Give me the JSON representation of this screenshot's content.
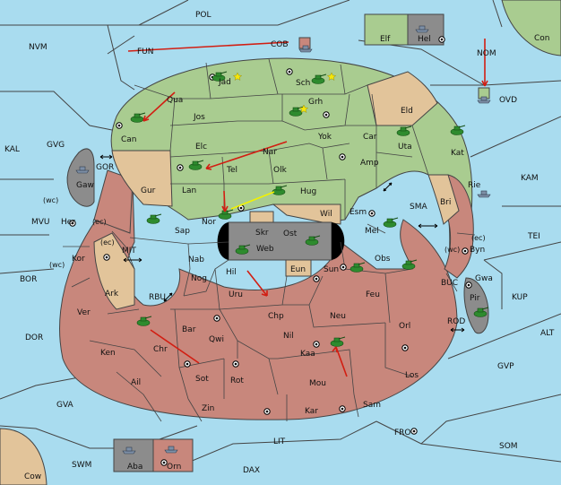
{
  "colors": {
    "sea": "#a9dcef",
    "green_land": "#a9cc90",
    "red_land": "#c8877c",
    "neutral_land": "#e2c49a",
    "gray_land": "#8c8c8c",
    "border": "#444444",
    "move_order": "#d21e12",
    "support_order": "#f2f200"
  },
  "labels": {
    "POL": "POL",
    "NVM": "NVM",
    "FUN": "FUN",
    "COB": "COB",
    "Elf": "Elf",
    "Hel": "Hel",
    "Con": "Con",
    "NOM": "NOM",
    "OVD": "OVD",
    "KAL": "KAL",
    "GVG": "GVG",
    "GOR": "GOR",
    "Gaw": "Gaw",
    "wc1": "(wc)",
    "MVU": "MVU",
    "Her": "Her",
    "ec1": "(ec)",
    "ec2": "(ec)",
    "Kor": "Kor",
    "wc2": "(wc)",
    "MIT": "MIT",
    "BOR": "BOR",
    "Ark": "Ark",
    "RBU": "RBU",
    "Ver": "Ver",
    "DOR": "DOR",
    "Ken": "Ken",
    "Ail": "Ail",
    "GVA": "GVA",
    "Cow": "Cow",
    "SWM": "SWM",
    "Aba": "Aba",
    "Orn": "Orn",
    "DAX": "DAX",
    "LIT": "LIT",
    "FRO": "FRO",
    "SOM": "SOM",
    "GVP": "GVP",
    "ALT": "ALT",
    "ROD": "ROD",
    "KUP": "KUP",
    "BUC": "BUC",
    "Pir": "Pir",
    "Gwa": "Gwa",
    "TEI": "TEI",
    "ec3": "(ec)",
    "wc3": "(wc)",
    "Byn": "Byn",
    "Rie": "Rie",
    "KAM": "KAM",
    "Kat": "Kat",
    "Uta": "Uta",
    "Eld": "Eld",
    "Jad": "Jad",
    "Sch": "Sch",
    "Qua": "Qua",
    "Jos": "Jos",
    "Grh": "Grh",
    "Can": "Can",
    "Elc": "Elc",
    "Nar": "Nar",
    "Yok": "Yok",
    "Car": "Car",
    "Tel": "Tel",
    "Olk": "Olk",
    "Amp": "Amp",
    "Gur": "Gur",
    "Lan": "Lan",
    "Hug": "Hug",
    "Bri": "Bri",
    "Esm": "Esm",
    "SMA": "SMA",
    "Wil": "Wil",
    "Nor": "Nor",
    "Sap": "Sap",
    "Skr": "Skr",
    "Ost": "Ost",
    "Web": "Web",
    "Mel": "Mel",
    "Nab": "Nab",
    "Eun": "Eun",
    "Obs": "Obs",
    "Sun": "Sun",
    "Hil": "Hil",
    "Nog": "Nog",
    "Uru": "Uru",
    "Feu": "Feu",
    "Chp": "Chp",
    "Neu": "Neu",
    "Bar": "Bar",
    "Qwi": "Qwi",
    "Nil": "Nil",
    "Orl": "Orl",
    "Chr": "Chr",
    "Kaa": "Kaa",
    "Sot": "Sot",
    "Rot": "Rot",
    "Mou": "Mou",
    "Los": "Los",
    "Zin": "Zin",
    "Kar": "Kar",
    "Sam": "Sam"
  }
}
